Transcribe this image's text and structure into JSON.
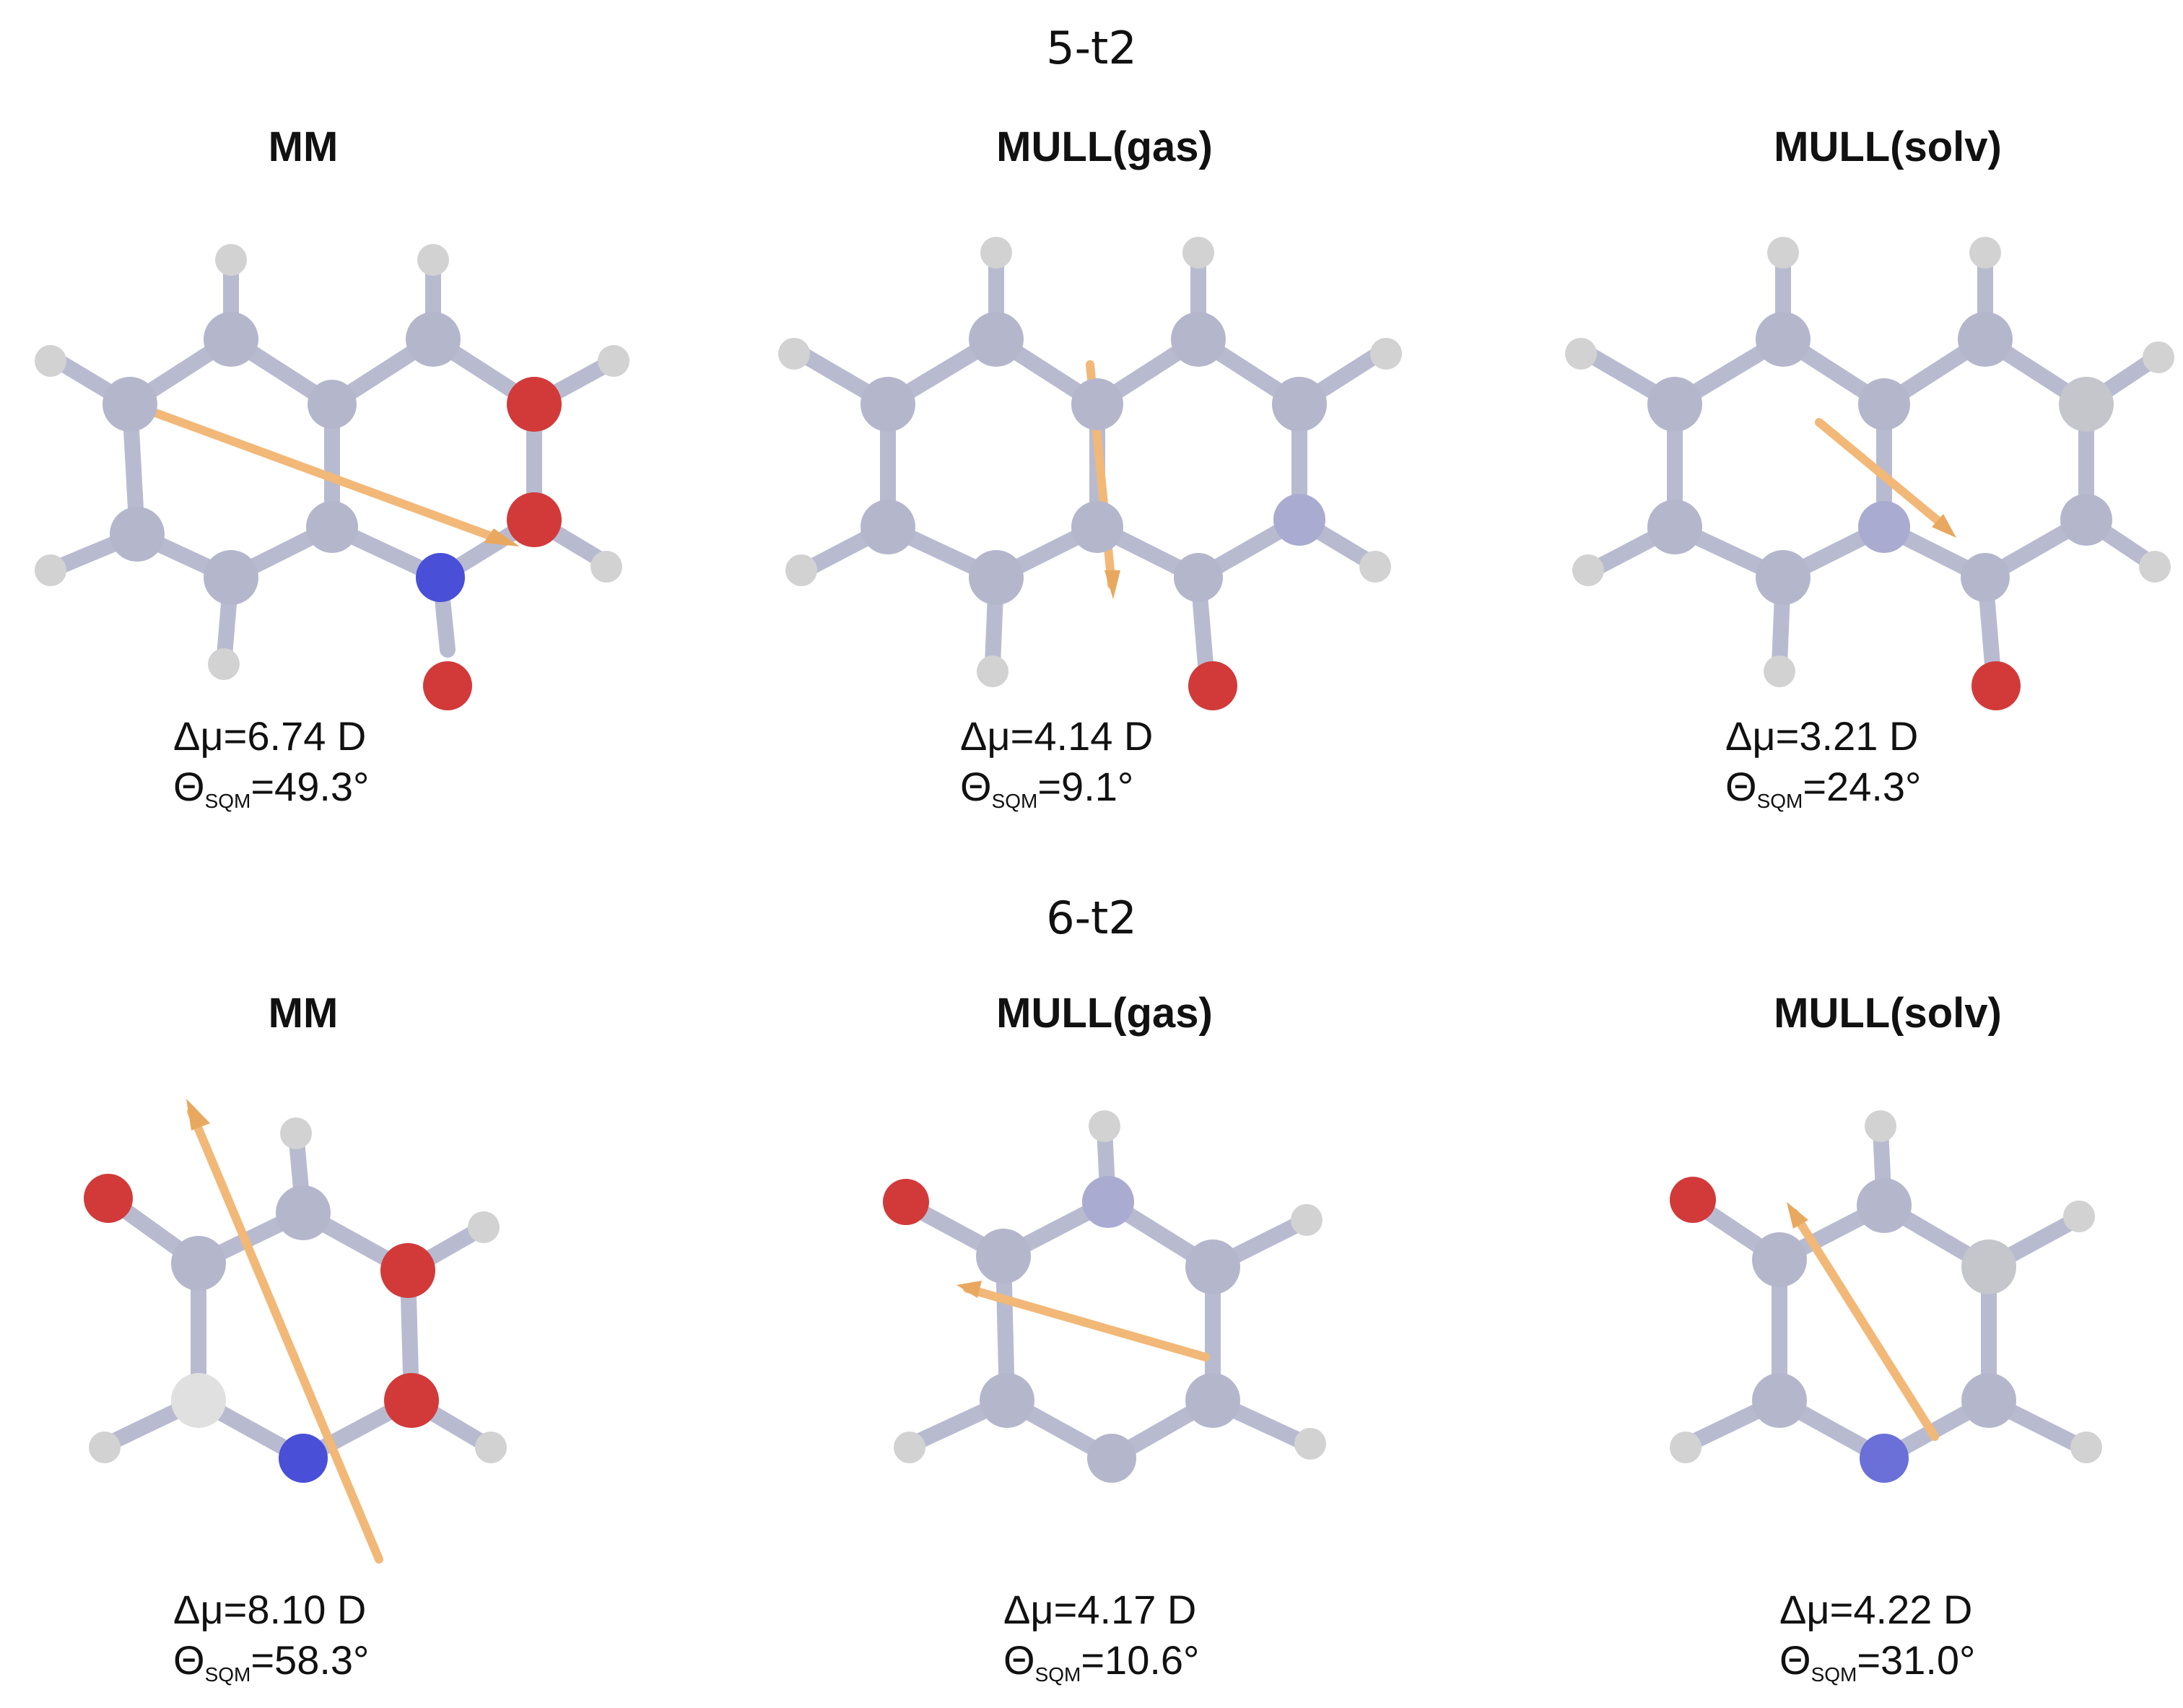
{
  "sections": [
    {
      "title": "5-t2",
      "panels": [
        {
          "title": "MM",
          "dmu": "Δμ=6.74 D",
          "theta_symbol": "Θ",
          "theta_sub": "SQM",
          "theta_val": "=49.3°"
        },
        {
          "title": "MULL(gas)",
          "dmu": "Δμ=4.14 D",
          "theta_symbol": "Θ",
          "theta_sub": "SQM",
          "theta_val": "=9.1°"
        },
        {
          "title": "MULL(solv)",
          "dmu": "Δμ=3.21 D",
          "theta_symbol": "Θ",
          "theta_sub": "SQM",
          "theta_val": "=24.3°"
        }
      ]
    },
    {
      "title": "6-t2",
      "panels": [
        {
          "title": "MM",
          "dmu": "Δμ=8.10 D",
          "theta_symbol": "Θ",
          "theta_sub": "SQM",
          "theta_val": "=58.3°"
        },
        {
          "title": "MULL(gas)",
          "dmu": "Δμ=4.17 D",
          "theta_symbol": "Θ",
          "theta_sub": "SQM",
          "theta_val": "=10.6°"
        },
        {
          "title": "MULL(solv)",
          "dmu": "Δμ=4.22 D",
          "theta_symbol": "Θ",
          "theta_sub": "SQM",
          "theta_val": "=31.0°"
        }
      ]
    }
  ],
  "colors": {
    "carbon": "#b4b7cc",
    "hydrogen": "#d2d2d2",
    "oxygen": "#d23a3a",
    "nitrogen": "#4a4fd8",
    "bond": "#b8bbd0",
    "arrow": "#f2b878"
  }
}
